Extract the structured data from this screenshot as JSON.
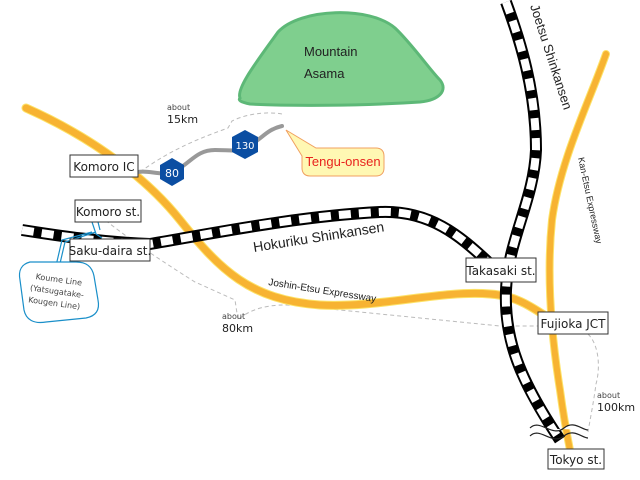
{
  "mountain": {
    "name_line1": "Mountain",
    "name_line2": "Asama",
    "fill": "#7fcf8e",
    "stroke": "#5db877"
  },
  "routes": {
    "hokuriku_shinkansen": "Hokuriku Shinkansen",
    "joetsu_shinkansen": "Joetsu Shinkansen",
    "joshin_etsu_expressway": "Joshin-Etsu Expressway",
    "kan_etsu_expressway": "Kan-Etsu Expressway",
    "route_80": "80",
    "route_130": "130"
  },
  "places": {
    "komoro_ic": "Komoro IC",
    "komoro_st": "Komoro st.",
    "saku_daira_st": "Saku-daira st.",
    "takasaki_st": "Takasaki st.",
    "fujioka_jct": "Fujioka JCT",
    "tokyo_st": "Tokyo st."
  },
  "destination": {
    "label": "Tengu-onsen",
    "text_color": "#e8231e",
    "fill": "#fff8b3",
    "stroke": "#f0a060"
  },
  "koume_line": {
    "line1": "Koume Line",
    "line2": "(Yatsugatake-",
    "line3": "Kougen Line)",
    "color": "#1a8fc9"
  },
  "distances": [
    {
      "about": "about",
      "value": "15km"
    },
    {
      "about": "about",
      "value": "80km"
    },
    {
      "about": "about",
      "value": "100km"
    }
  ],
  "colors": {
    "expressway": "#f7b332",
    "highway_badge": "#0b4ea2",
    "local_road": "#999999"
  }
}
